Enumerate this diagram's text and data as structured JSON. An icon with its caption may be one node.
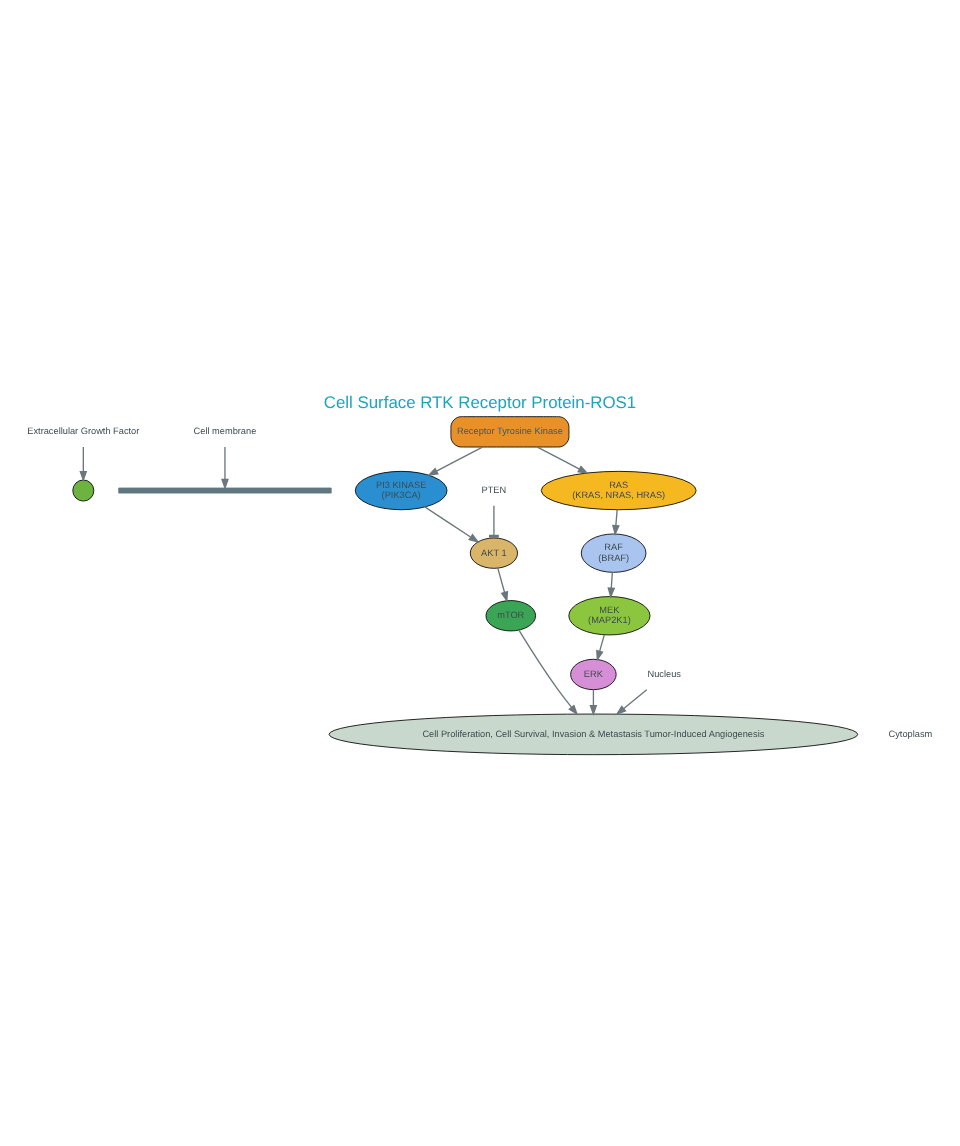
{
  "diagram": {
    "title": "Cell Surface RTK Receptor Protein-ROS1",
    "nodes": [
      {
        "text": [
          "Extracellular Growth Factor"
        ]
      },
      {
        "text": [],
        "shape": "circle"
      },
      {
        "text": [
          "Cell membrane"
        ]
      },
      {
        "text": [],
        "shape": "band"
      },
      {
        "text": [
          "Receptor Tyrosine Kinase"
        ]
      },
      {
        "text": [
          "PI3 KINASE",
          "(PIK3CA)"
        ]
      },
      {
        "text": [
          "RAS",
          "(KRAS, NRAS, HRAS)"
        ]
      },
      {
        "text": [
          "PTEN"
        ]
      },
      {
        "text": [
          "RAF",
          "(BRAF)"
        ]
      },
      {
        "text": [
          "AKT 1"
        ]
      },
      {
        "text": [
          "MEK",
          "(MAP2K1)"
        ]
      },
      {
        "text": [
          "mTOR"
        ]
      },
      {
        "text": [
          "ERK"
        ]
      },
      {
        "text": [
          "Nucleus"
        ]
      },
      {
        "text": [
          "Cell Proliferation, Cell Survival, Invasion & Metastasis Tumor-Induced Angiogenesis"
        ]
      }
    ],
    "edges": [
      {
        "from": 0,
        "to": 1,
        "arrow": "to"
      },
      {
        "from": 2,
        "to": 3,
        "arrow": "to"
      },
      {
        "from": 4,
        "to": 5,
        "arrow": "to"
      },
      {
        "from": 4,
        "to": 6,
        "arrow": "to"
      },
      {
        "from": 7,
        "to": 9,
        "arrow": "other"
      },
      {
        "from": 5,
        "to": 9,
        "arrow": "to"
      },
      {
        "from": 9,
        "to": 11,
        "arrow": "to"
      },
      {
        "from": 6,
        "to": 8,
        "arrow": "to"
      },
      {
        "from": 8,
        "to": 10,
        "arrow": "to"
      },
      {
        "from": 10,
        "to": 12,
        "arrow": "to"
      },
      {
        "from": 11,
        "to": 14,
        "arrow": "to"
      },
      {
        "from": 12,
        "to": 14,
        "arrow": "to"
      },
      {
        "from": 13,
        "to": 14,
        "arrow": "to"
      }
    ],
    "labels": [
      "Cytoplasm"
    ]
  }
}
